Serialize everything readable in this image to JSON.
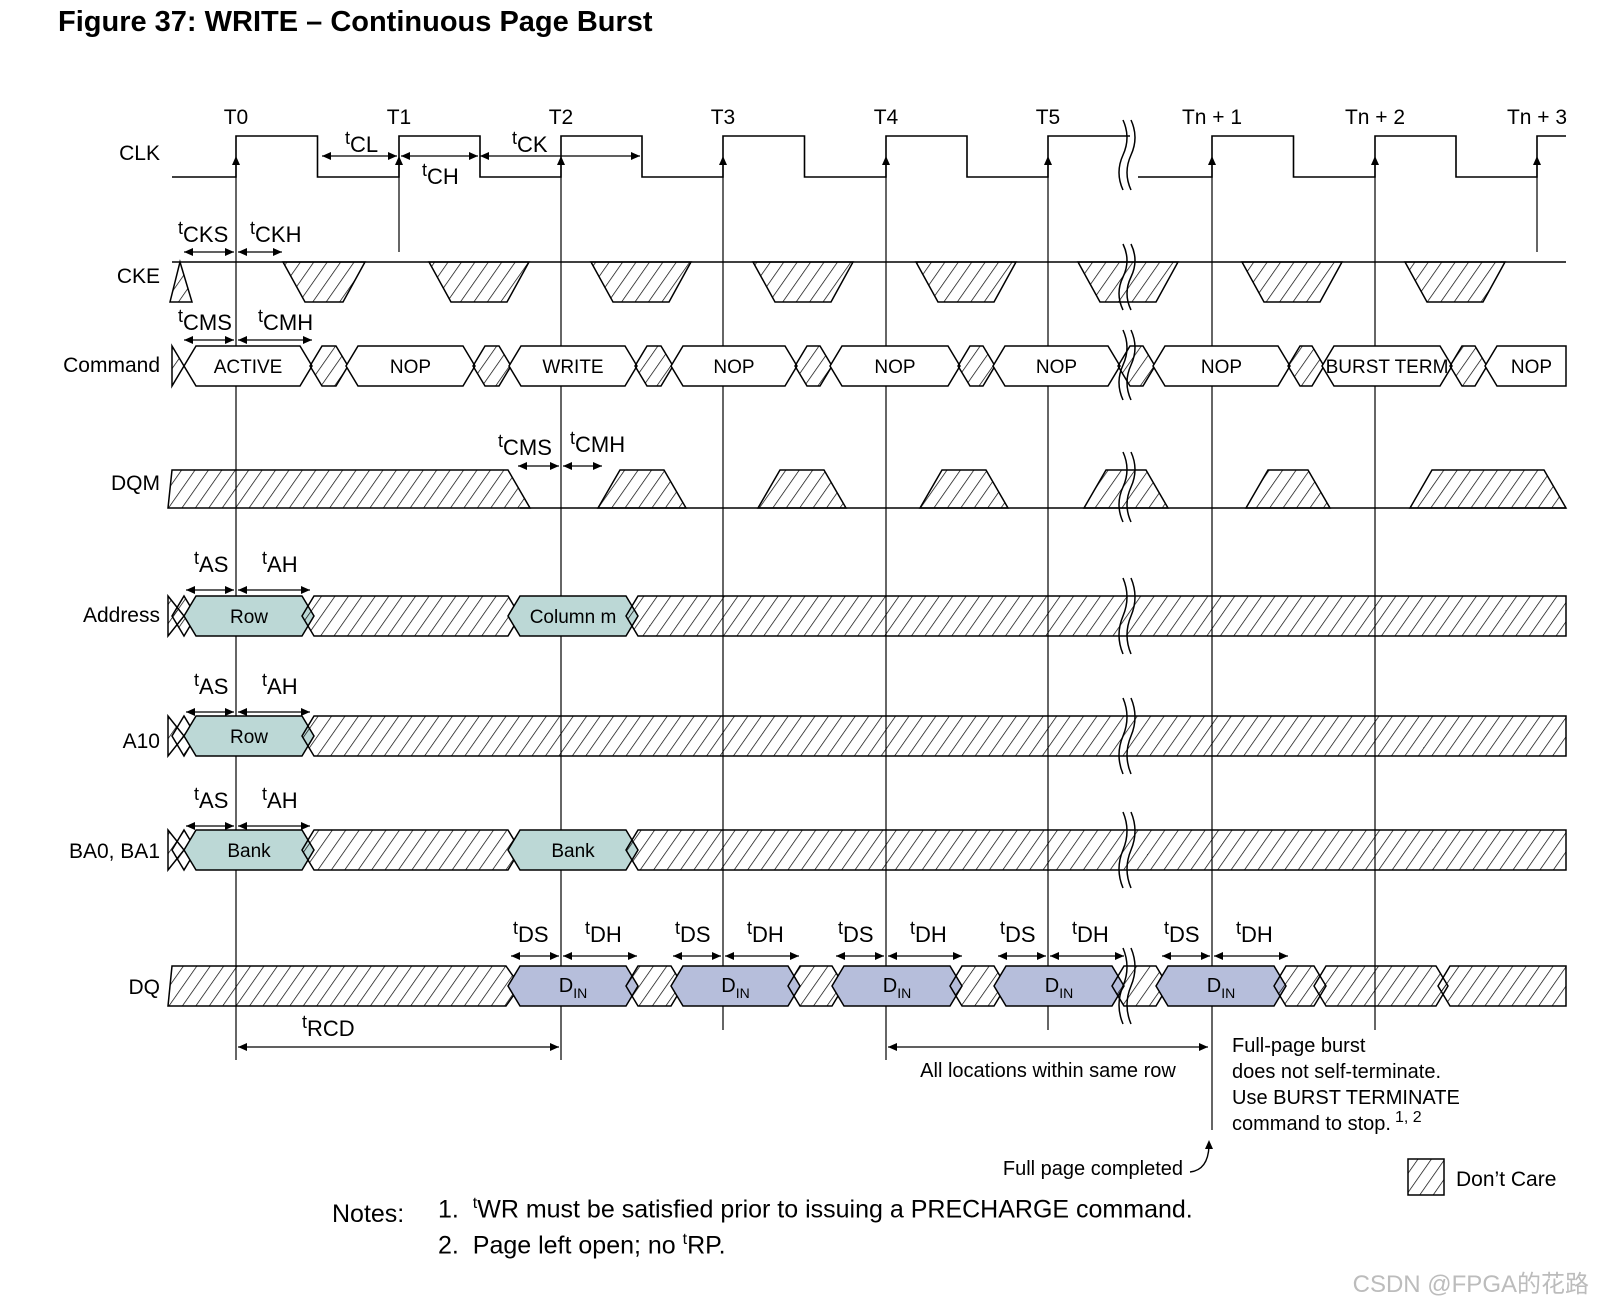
{
  "title": "Figure 37: WRITE – Continuous Page Burst",
  "clock_labels": [
    "T0",
    "T1",
    "T2",
    "T3",
    "T4",
    "T5",
    "Tn + 1",
    "Tn + 2",
    "Tn + 3"
  ],
  "signals": {
    "clk": "CLK",
    "cke": "CKE",
    "command": "Command",
    "dqm": "DQM",
    "address": "Address",
    "a10": "A10",
    "ba": "BA0, BA1",
    "dq": "DQ"
  },
  "commands": [
    "ACTIVE",
    "NOP",
    "WRITE",
    "NOP",
    "NOP",
    "NOP",
    "NOP",
    "BURST TERM",
    "NOP"
  ],
  "address_values": [
    "Row",
    "Column m"
  ],
  "a10_values": [
    "Row"
  ],
  "bank_values": [
    "Bank",
    "Bank"
  ],
  "dq_value": {
    "main": "D",
    "sub": "IN",
    "count": 5
  },
  "timing": {
    "tCL": [
      "t",
      "CL"
    ],
    "tCH": [
      "t",
      "CH"
    ],
    "tCK": [
      "t",
      "CK"
    ],
    "tCKS": [
      "t",
      "CKS"
    ],
    "tCKH": [
      "t",
      "CKH"
    ],
    "tCMS": [
      "t",
      "CMS"
    ],
    "tCMH": [
      "t",
      "CMH"
    ],
    "tAS": [
      "t",
      "AS"
    ],
    "tAH": [
      "t",
      "AH"
    ],
    "tDS": [
      "t",
      "DS"
    ],
    "tDH": [
      "t",
      "DH"
    ],
    "tRCD": [
      "t",
      "RCD"
    ]
  },
  "annotations": {
    "same_row": "All locations within same row",
    "full_page_line1": "Full-page burst",
    "full_page_line2": "does not self-terminate.",
    "full_page_line3": "Use BURST TERMINATE",
    "full_page_line4": "command to stop.",
    "full_page_sup": "1, 2",
    "full_page_completed": "Full page completed",
    "dont_care": "Don’t Care"
  },
  "notes": {
    "label": "Notes:",
    "n1_num": "1.",
    "n1_sup": "t",
    "n1_text": "WR must be satisfied prior to issuing a PRECHARGE command.",
    "n2_num": "2.",
    "n2_text_a": "Page left open; no ",
    "n2_sup": "t",
    "n2_text_b": "RP."
  },
  "watermark": "CSDN @FPGA的花路",
  "colors": {
    "address_fill": "#bcd8d6",
    "dq_fill": "#b6bedb",
    "line": "#000000"
  }
}
